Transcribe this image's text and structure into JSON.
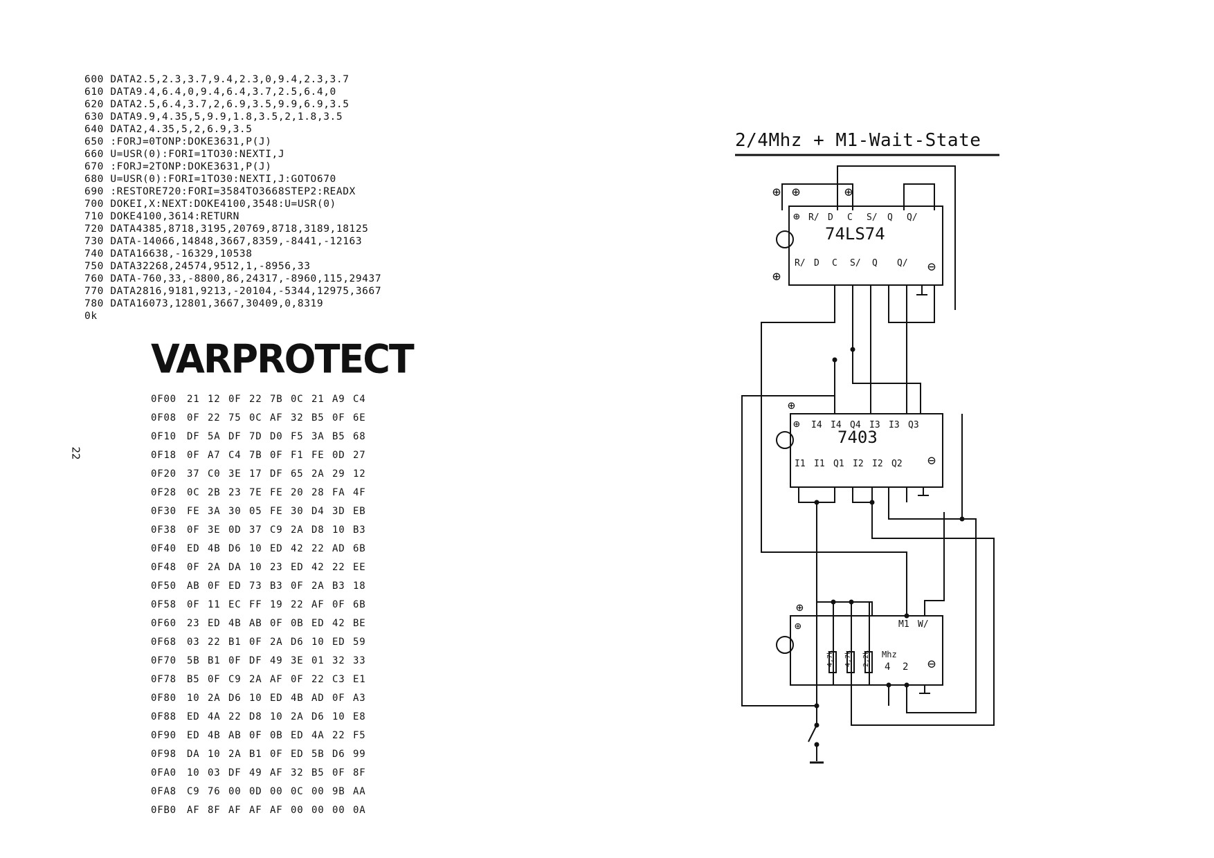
{
  "listing": [
    "600 DATA2.5,2.3,3.7,9.4,2.3,0,9.4,2.3,3.7",
    "610 DATA9.4,6.4,0,9.4,6.4,3.7,2.5,6.4,0",
    "620 DATA2.5,6.4,3.7,2,6.9,3.5,9.9,6.9,3.5",
    "630 DATA9.9,4.35,5,9.9,1.8,3.5,2,1.8,3.5",
    "640 DATA2,4.35,5,2,6.9,3.5",
    "650 :FORJ=0TONP:DOKE3631,P(J)",
    "660 U=USR(0):FORI=1TO30:NEXTI,J",
    "670 :FORJ=2TONP:DOKE3631,P(J)",
    "680 U=USR(0):FORI=1TO30:NEXTI,J:GOTO670",
    "690 :RESTORE720:FORI=3584TO3668STEP2:READX",
    "700 DOKEI,X:NEXT:DOKE4100,3548:U=USR(0)",
    "710 DOKE4100,3614:RETURN",
    "720 DATA4385,8718,3195,20769,8718,3189,18125",
    "730 DATA-14066,14848,3667,8359,-8441,-12163",
    "740 DATA16638,-16329,10538",
    "750 DATA32268,24574,9512,1,-8956,33",
    "760 DATA-760,33,-8800,86,24317,-8960,115,29437",
    "770 DATA2816,9181,9213,-20104,-5344,12975,3667",
    "780 DATA16073,12801,3667,30409,0,8319",
    "0k"
  ],
  "program_title": "VARPROTECT",
  "page_number": "22",
  "hex_dump": [
    {
      "addr": "0F00",
      "bytes": [
        "21",
        "12",
        "0F",
        "22",
        "7B",
        "0C",
        "21",
        "A9",
        "C4"
      ]
    },
    {
      "addr": "0F08",
      "bytes": [
        "0F",
        "22",
        "75",
        "0C",
        "AF",
        "32",
        "B5",
        "0F",
        "6E"
      ]
    },
    {
      "addr": "0F10",
      "bytes": [
        "DF",
        "5A",
        "DF",
        "7D",
        "D0",
        "F5",
        "3A",
        "B5",
        "68"
      ]
    },
    {
      "addr": "0F18",
      "bytes": [
        "0F",
        "A7",
        "C4",
        "7B",
        "0F",
        "F1",
        "FE",
        "0D",
        "27"
      ]
    },
    {
      "addr": "0F20",
      "bytes": [
        "37",
        "C0",
        "3E",
        "17",
        "DF",
        "65",
        "2A",
        "29",
        "12"
      ]
    },
    {
      "addr": "0F28",
      "bytes": [
        "0C",
        "2B",
        "23",
        "7E",
        "FE",
        "20",
        "28",
        "FA",
        "4F"
      ]
    },
    {
      "addr": "0F30",
      "bytes": [
        "FE",
        "3A",
        "30",
        "05",
        "FE",
        "30",
        "D4",
        "3D",
        "EB"
      ]
    },
    {
      "addr": "0F38",
      "bytes": [
        "0F",
        "3E",
        "0D",
        "37",
        "C9",
        "2A",
        "D8",
        "10",
        "B3"
      ]
    },
    {
      "addr": "0F40",
      "bytes": [
        "ED",
        "4B",
        "D6",
        "10",
        "ED",
        "42",
        "22",
        "AD",
        "6B"
      ]
    },
    {
      "addr": "0F48",
      "bytes": [
        "0F",
        "2A",
        "DA",
        "10",
        "23",
        "ED",
        "42",
        "22",
        "EE"
      ]
    },
    {
      "addr": "0F50",
      "bytes": [
        "AB",
        "0F",
        "ED",
        "73",
        "B3",
        "0F",
        "2A",
        "B3",
        "18"
      ]
    },
    {
      "addr": "0F58",
      "bytes": [
        "0F",
        "11",
        "EC",
        "FF",
        "19",
        "22",
        "AF",
        "0F",
        "6B"
      ]
    },
    {
      "addr": "0F60",
      "bytes": [
        "23",
        "ED",
        "4B",
        "AB",
        "0F",
        "0B",
        "ED",
        "42",
        "BE"
      ]
    },
    {
      "addr": "0F68",
      "bytes": [
        "03",
        "22",
        "B1",
        "0F",
        "2A",
        "D6",
        "10",
        "ED",
        "59"
      ]
    },
    {
      "addr": "0F70",
      "bytes": [
        "5B",
        "B1",
        "0F",
        "DF",
        "49",
        "3E",
        "01",
        "32",
        "33"
      ]
    },
    {
      "addr": "0F78",
      "bytes": [
        "B5",
        "0F",
        "C9",
        "2A",
        "AF",
        "0F",
        "22",
        "C3",
        "E1"
      ]
    },
    {
      "addr": "0F80",
      "bytes": [
        "10",
        "2A",
        "D6",
        "10",
        "ED",
        "4B",
        "AD",
        "0F",
        "A3"
      ]
    },
    {
      "addr": "0F88",
      "bytes": [
        "ED",
        "4A",
        "22",
        "D8",
        "10",
        "2A",
        "D6",
        "10",
        "E8"
      ]
    },
    {
      "addr": "0F90",
      "bytes": [
        "ED",
        "4B",
        "AB",
        "0F",
        "0B",
        "ED",
        "4A",
        "22",
        "F5"
      ]
    },
    {
      "addr": "0F98",
      "bytes": [
        "DA",
        "10",
        "2A",
        "B1",
        "0F",
        "ED",
        "5B",
        "D6",
        "99"
      ]
    },
    {
      "addr": "0FA0",
      "bytes": [
        "10",
        "03",
        "DF",
        "49",
        "AF",
        "32",
        "B5",
        "0F",
        "8F"
      ]
    },
    {
      "addr": "0FA8",
      "bytes": [
        "C9",
        "76",
        "00",
        "0D",
        "00",
        "0C",
        "00",
        "9B",
        "AA"
      ]
    },
    {
      "addr": "0FB0",
      "bytes": [
        "AF",
        "8F",
        "AF",
        "AF",
        "AF",
        "00",
        "00",
        "00",
        "0A"
      ]
    }
  ],
  "schematic": {
    "title": "2/4Mhz + M1-Wait-State",
    "ic1": {
      "name": "74LS74",
      "top_pins": [
        "R/",
        "D",
        "C",
        "S/",
        "Q",
        "Q/"
      ],
      "bottom_pins": [
        "R/",
        "D",
        "C",
        "S/",
        "Q",
        "Q/"
      ]
    },
    "ic2": {
      "name": "7403",
      "top_pins": [
        "I4",
        "I4",
        "Q4",
        "I3",
        "I3",
        "Q3"
      ],
      "bottom_pins": [
        "I1",
        "I1",
        "Q1",
        "I2",
        "I2",
        "Q2"
      ]
    },
    "ic3": {
      "top_pins": [
        "M1",
        "W/"
      ],
      "resistors": [
        "4,7k",
        "4,7k",
        "2,2k"
      ],
      "mhz_label": "Mhz",
      "mhz_options": [
        "4",
        "2"
      ]
    },
    "plus_symbol": "⊕",
    "minus_symbol": "⊖"
  }
}
